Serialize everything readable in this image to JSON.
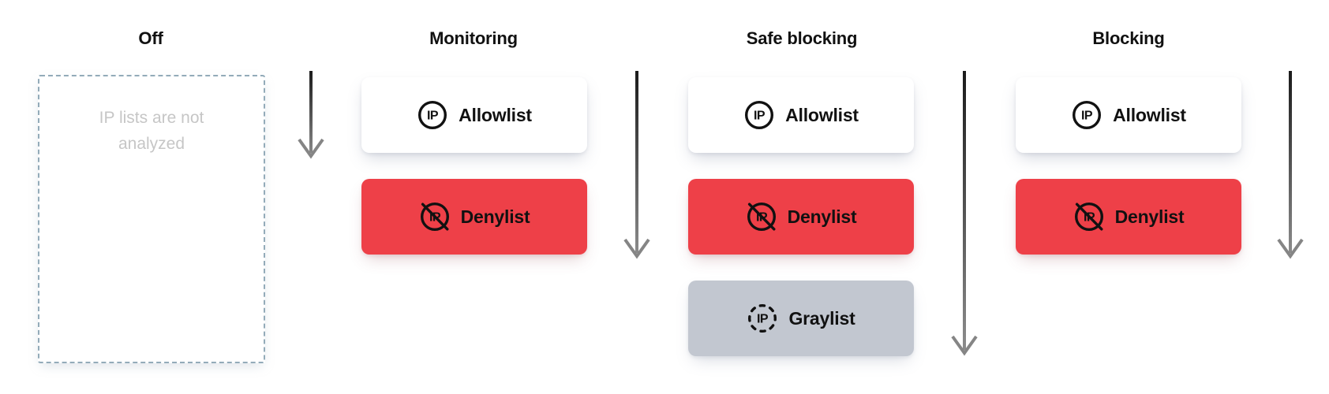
{
  "columns": [
    {
      "title": "Off",
      "empty_text": "IP lists are not analyzed",
      "cards": []
    },
    {
      "title": "Monitoring",
      "cards": [
        {
          "label": "Allowlist",
          "icon": "ip-circle-icon",
          "bg": "#ffffff"
        },
        {
          "label": "Denylist",
          "icon": "ip-crossed-icon",
          "bg": "#ee4048"
        }
      ]
    },
    {
      "title": "Safe blocking",
      "cards": [
        {
          "label": "Allowlist",
          "icon": "ip-circle-icon",
          "bg": "#ffffff"
        },
        {
          "label": "Denylist",
          "icon": "ip-crossed-icon",
          "bg": "#ee4048"
        },
        {
          "label": "Graylist",
          "icon": "ip-dashed-icon",
          "bg": "#c2c7d0"
        }
      ]
    },
    {
      "title": "Blocking",
      "cards": [
        {
          "label": "Allowlist",
          "icon": "ip-circle-icon",
          "bg": "#ffffff"
        },
        {
          "label": "Denylist",
          "icon": "ip-crossed-icon",
          "bg": "#ee4048"
        }
      ]
    }
  ],
  "icons": {
    "ip_label": "IP"
  },
  "colors": {
    "text": "#111111",
    "muted_text": "#c6c6c6",
    "off_dashed_border": "#93abb9",
    "allowlist_bg": "#ffffff",
    "denylist_bg": "#ee4048",
    "graylist_bg": "#c2c7d0",
    "arrow_top": "#1a1a1a",
    "arrow_bottom": "#8f8f8f"
  }
}
